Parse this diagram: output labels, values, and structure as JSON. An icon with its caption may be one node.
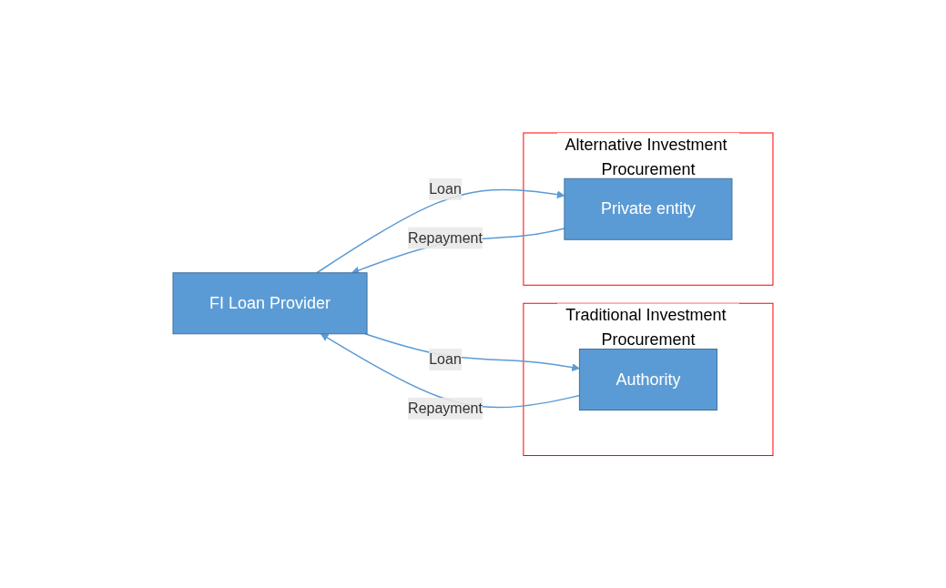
{
  "diagram": {
    "nodes": [
      {
        "text": [
          "FI Loan Provider"
        ]
      },
      {
        "text": [
          "Traditional Investment Procurement"
        ]
      },
      {
        "text": [
          "Authority"
        ],
        "in": 1
      },
      {
        "text": [
          "Alternative Investment Procurement"
        ]
      },
      {
        "text": [
          "Private entity"
        ],
        "in": 3
      }
    ],
    "edges": [
      {
        "from": 0,
        "to": 2,
        "arrow": "to",
        "label": "Loan"
      },
      {
        "from": 2,
        "to": 0,
        "arrow": "to",
        "label": "Repayment"
      },
      {
        "from": 4,
        "to": 0,
        "arrow": "to",
        "label": "Repayment"
      },
      {
        "from": 0,
        "to": 4,
        "arrow": "to",
        "label": "Loan"
      }
    ]
  }
}
